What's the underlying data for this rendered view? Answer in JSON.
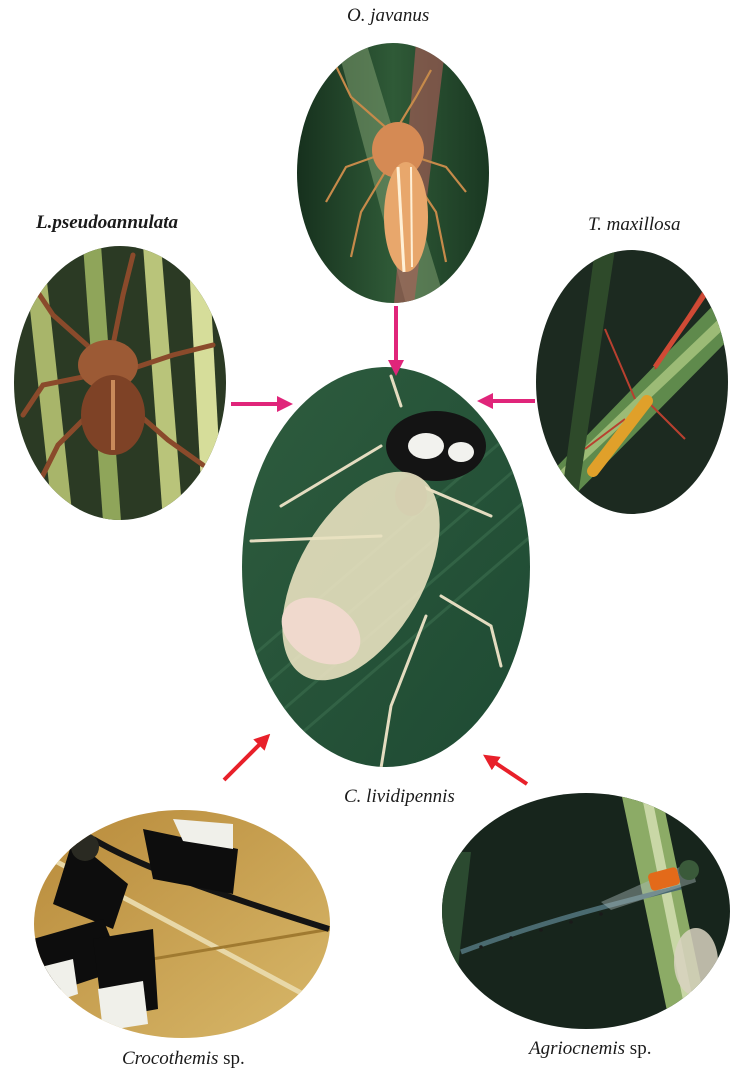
{
  "center": {
    "genus": "C. lividipennis",
    "suffix": ""
  },
  "predators": [
    {
      "id": "ojavanus",
      "genus": "O. javanus",
      "suffix": "",
      "arrow_color": "#e0257a"
    },
    {
      "id": "lpseudoannulata",
      "genus": "L.pseudoannulata",
      "suffix": "",
      "arrow_color": "#e0257a"
    },
    {
      "id": "tmaxillosa",
      "genus": "T. maxillosa",
      "suffix": "",
      "arrow_color": "#e0257a"
    },
    {
      "id": "crocothemis",
      "genus": "Crocothemis",
      "suffix": " sp.",
      "arrow_color": "#e8202a"
    },
    {
      "id": "agriocnemis",
      "genus": "Agriocnemis",
      "suffix": " sp.",
      "arrow_color": "#e8202a"
    }
  ]
}
